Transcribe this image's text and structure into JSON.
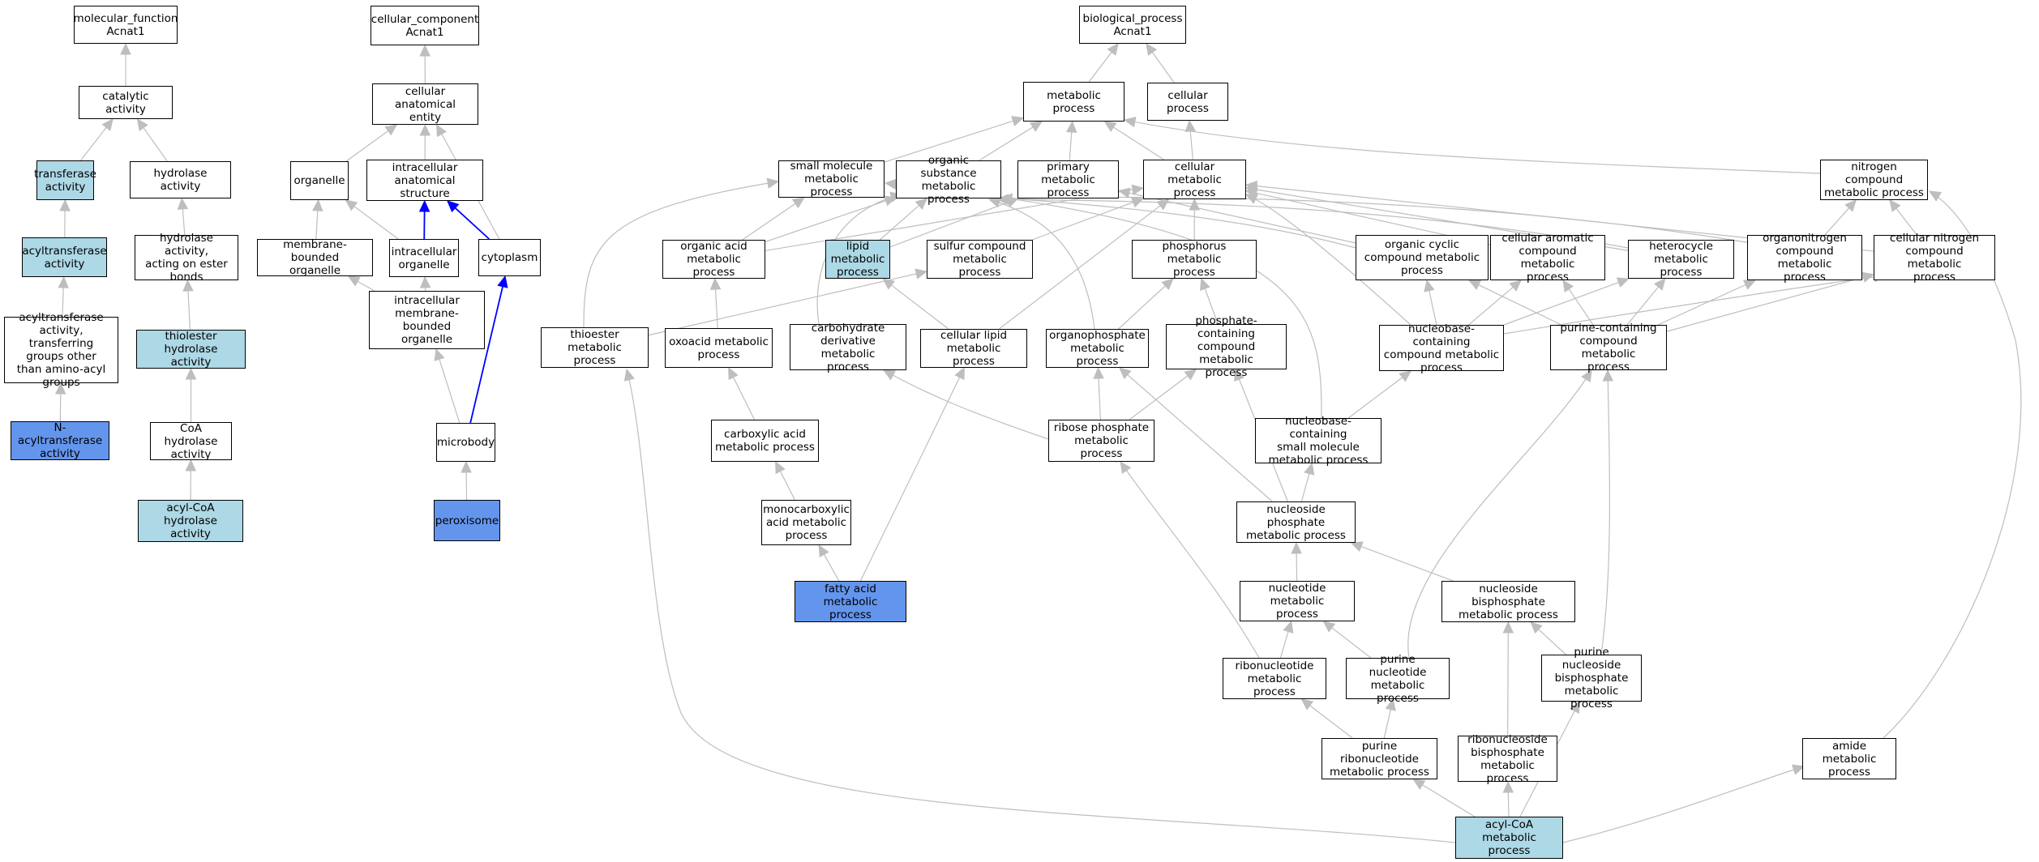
{
  "colors": {
    "edge_grey": "#bebebe",
    "edge_blue": "#0000ff",
    "fill_light": "#add8e6",
    "fill_strong": "#6495ed",
    "fill_default": "#ffffff"
  },
  "nodes": [
    {
      "id": "mf",
      "label": "molecular_function\nAcnat1",
      "fill": "default"
    },
    {
      "id": "cat",
      "label": "catalytic activity",
      "fill": "default"
    },
    {
      "id": "trans",
      "label": "transferase\nactivity",
      "fill": "light"
    },
    {
      "id": "hydro",
      "label": "hydrolase activity",
      "fill": "default"
    },
    {
      "id": "acyltr",
      "label": "acyltransferase\nactivity",
      "fill": "light"
    },
    {
      "id": "hydroester",
      "label": "hydrolase activity,\nacting on ester\nbonds",
      "fill": "default"
    },
    {
      "id": "acyltrother",
      "label": "acyltransferase\nactivity, transferring\ngroups other\nthan amino-acyl\ngroups",
      "fill": "default"
    },
    {
      "id": "thiolhyd",
      "label": "thiolester hydrolase\nactivity",
      "fill": "light"
    },
    {
      "id": "nacyl",
      "label": "N-acyltransferase\nactivity",
      "fill": "strong"
    },
    {
      "id": "coahyd",
      "label": "CoA hydrolase\nactivity",
      "fill": "default"
    },
    {
      "id": "acylcoahyd",
      "label": "acyl-CoA hydrolase\nactivity",
      "fill": "light"
    },
    {
      "id": "cc",
      "label": "cellular_component\nAcnat1",
      "fill": "default"
    },
    {
      "id": "cae",
      "label": "cellular anatomical\nentity",
      "fill": "default"
    },
    {
      "id": "organelle",
      "label": "organelle",
      "fill": "default"
    },
    {
      "id": "ias",
      "label": "intracellular\nanatomical structure",
      "fill": "default"
    },
    {
      "id": "mbo",
      "label": "membrane-bounded\norganelle",
      "fill": "default"
    },
    {
      "id": "io",
      "label": "intracellular\norganelle",
      "fill": "default"
    },
    {
      "id": "cyto",
      "label": "cytoplasm",
      "fill": "default"
    },
    {
      "id": "imbo",
      "label": "intracellular\nmembrane-bounded\norganelle",
      "fill": "default"
    },
    {
      "id": "microbody",
      "label": "microbody",
      "fill": "default"
    },
    {
      "id": "perox",
      "label": "peroxisome",
      "fill": "strong"
    },
    {
      "id": "bp",
      "label": "biological_process\nAcnat1",
      "fill": "default"
    },
    {
      "id": "metab",
      "label": "metabolic process",
      "fill": "default"
    },
    {
      "id": "cellproc",
      "label": "cellular process",
      "fill": "default"
    },
    {
      "id": "smm",
      "label": "small molecule\nmetabolic process",
      "fill": "default"
    },
    {
      "id": "osm",
      "label": "organic substance\nmetabolic process",
      "fill": "default"
    },
    {
      "id": "pmp",
      "label": "primary metabolic\nprocess",
      "fill": "default"
    },
    {
      "id": "cmp",
      "label": "cellular metabolic\nprocess",
      "fill": "default"
    },
    {
      "id": "ncm",
      "label": "nitrogen compound\nmetabolic process",
      "fill": "default"
    },
    {
      "id": "oam",
      "label": "organic acid\nmetabolic process",
      "fill": "default"
    },
    {
      "id": "lmp",
      "label": "lipid metabolic\nprocess",
      "fill": "light"
    },
    {
      "id": "scm",
      "label": "sulfur compound\nmetabolic process",
      "fill": "default"
    },
    {
      "id": "phosm",
      "label": "phosphorus metabolic\nprocess",
      "fill": "default"
    },
    {
      "id": "occm",
      "label": "organic cyclic\ncompound metabolic\nprocess",
      "fill": "default"
    },
    {
      "id": "cacm",
      "label": "cellular aromatic\ncompound metabolic\nprocess",
      "fill": "default"
    },
    {
      "id": "hetm",
      "label": "heterocycle\nmetabolic process",
      "fill": "default"
    },
    {
      "id": "orgnm",
      "label": "organonitrogen\ncompound metabolic\nprocess",
      "fill": "default"
    },
    {
      "id": "cncm",
      "label": "cellular nitrogen\ncompound metabolic\nprocess",
      "fill": "default"
    },
    {
      "id": "thiom",
      "label": "thioester metabolic\nprocess",
      "fill": "default"
    },
    {
      "id": "oxom",
      "label": "oxoacid metabolic\nprocess",
      "fill": "default"
    },
    {
      "id": "cdm",
      "label": "carbohydrate\nderivative metabolic\nprocess",
      "fill": "default"
    },
    {
      "id": "clm",
      "label": "cellular lipid\nmetabolic process",
      "fill": "default"
    },
    {
      "id": "opm",
      "label": "organophosphate\nmetabolic process",
      "fill": "default"
    },
    {
      "id": "pccm",
      "label": "phosphate-containing\ncompound metabolic\nprocess",
      "fill": "default"
    },
    {
      "id": "nbccm",
      "label": "nucleobase-containing\ncompound metabolic\nprocess",
      "fill": "default"
    },
    {
      "id": "puccm",
      "label": "purine-containing\ncompound metabolic\nprocess",
      "fill": "default"
    },
    {
      "id": "cam",
      "label": "carboxylic acid\nmetabolic process",
      "fill": "default"
    },
    {
      "id": "rpm",
      "label": "ribose phosphate\nmetabolic process",
      "fill": "default"
    },
    {
      "id": "nbcsm",
      "label": "nucleobase-containing\nsmall molecule\nmetabolic process",
      "fill": "default"
    },
    {
      "id": "mcam",
      "label": "monocarboxylic\nacid metabolic\nprocess",
      "fill": "default"
    },
    {
      "id": "npm",
      "label": "nucleoside phosphate\nmetabolic process",
      "fill": "default"
    },
    {
      "id": "fam",
      "label": "fatty acid metabolic\nprocess",
      "fill": "strong"
    },
    {
      "id": "ntm",
      "label": "nucleotide metabolic\nprocess",
      "fill": "default"
    },
    {
      "id": "nbpm",
      "label": "nucleoside bisphosphate\nmetabolic process",
      "fill": "default"
    },
    {
      "id": "rnm",
      "label": "ribonucleotide\nmetabolic process",
      "fill": "default"
    },
    {
      "id": "pnm",
      "label": "purine nucleotide\nmetabolic process",
      "fill": "default"
    },
    {
      "id": "pnbm",
      "label": "purine nucleoside\nbisphosphate\nmetabolic process",
      "fill": "default"
    },
    {
      "id": "prnm",
      "label": "purine ribonucleotide\nmetabolic process",
      "fill": "default"
    },
    {
      "id": "rnbm",
      "label": "ribonucleoside\nbisphosphate\nmetabolic process",
      "fill": "default"
    },
    {
      "id": "amide",
      "label": "amide metabolic\nprocess",
      "fill": "default"
    },
    {
      "id": "acoa",
      "label": "acyl-CoA metabolic\nprocess",
      "fill": "light"
    }
  ],
  "edges": [
    {
      "from": "cat",
      "to": "mf",
      "color": "grey"
    },
    {
      "from": "trans",
      "to": "cat",
      "color": "grey"
    },
    {
      "from": "hydro",
      "to": "cat",
      "color": "grey"
    },
    {
      "from": "acyltr",
      "to": "trans",
      "color": "grey"
    },
    {
      "from": "hydroester",
      "to": "hydro",
      "color": "grey"
    },
    {
      "from": "acyltrother",
      "to": "acyltr",
      "color": "grey"
    },
    {
      "from": "thiolhyd",
      "to": "hydroester",
      "color": "grey"
    },
    {
      "from": "nacyl",
      "to": "acyltrother",
      "color": "grey"
    },
    {
      "from": "coahyd",
      "to": "thiolhyd",
      "color": "grey"
    },
    {
      "from": "acylcoahyd",
      "to": "coahyd",
      "color": "grey"
    },
    {
      "from": "cae",
      "to": "cc",
      "color": "grey"
    },
    {
      "from": "organelle",
      "to": "cae",
      "color": "grey"
    },
    {
      "from": "ias",
      "to": "cae",
      "color": "grey"
    },
    {
      "from": "cyto",
      "to": "cae",
      "color": "grey"
    },
    {
      "from": "mbo",
      "to": "organelle",
      "color": "grey"
    },
    {
      "from": "io",
      "to": "organelle",
      "color": "grey"
    },
    {
      "from": "io",
      "to": "ias",
      "color": "blue"
    },
    {
      "from": "cyto",
      "to": "ias",
      "color": "blue"
    },
    {
      "from": "imbo",
      "to": "mbo",
      "color": "grey"
    },
    {
      "from": "imbo",
      "to": "io",
      "color": "grey"
    },
    {
      "from": "microbody",
      "to": "imbo",
      "color": "grey"
    },
    {
      "from": "microbody",
      "to": "cyto",
      "color": "blue"
    },
    {
      "from": "perox",
      "to": "microbody",
      "color": "grey"
    },
    {
      "from": "metab",
      "to": "bp",
      "color": "grey"
    },
    {
      "from": "cellproc",
      "to": "bp",
      "color": "grey"
    },
    {
      "from": "smm",
      "to": "metab",
      "color": "grey"
    },
    {
      "from": "osm",
      "to": "metab",
      "color": "grey"
    },
    {
      "from": "pmp",
      "to": "metab",
      "color": "grey"
    },
    {
      "from": "cmp",
      "to": "metab",
      "color": "grey"
    },
    {
      "from": "cmp",
      "to": "cellproc",
      "color": "grey"
    },
    {
      "from": "ncm",
      "to": "metab",
      "color": "grey"
    },
    {
      "from": "oam",
      "to": "smm",
      "color": "grey"
    },
    {
      "from": "oam",
      "to": "osm",
      "color": "grey"
    },
    {
      "from": "oam",
      "to": "cmp",
      "color": "grey"
    },
    {
      "from": "lmp",
      "to": "osm",
      "color": "grey"
    },
    {
      "from": "lmp",
      "to": "pmp",
      "color": "grey"
    },
    {
      "from": "scm",
      "to": "cmp",
      "color": "grey"
    },
    {
      "from": "phosm",
      "to": "cmp",
      "color": "grey"
    },
    {
      "from": "occm",
      "to": "osm",
      "color": "grey"
    },
    {
      "from": "occm",
      "to": "pmp",
      "color": "grey"
    },
    {
      "from": "cacm",
      "to": "cmp",
      "color": "grey"
    },
    {
      "from": "hetm",
      "to": "osm",
      "color": "grey"
    },
    {
      "from": "hetm",
      "to": "cmp",
      "color": "grey"
    },
    {
      "from": "orgnm",
      "to": "ncm",
      "color": "grey"
    },
    {
      "from": "orgnm",
      "to": "osm",
      "color": "grey"
    },
    {
      "from": "cncm",
      "to": "ncm",
      "color": "grey"
    },
    {
      "from": "cncm",
      "to": "cmp",
      "color": "grey"
    },
    {
      "from": "thiom",
      "to": "smm",
      "color": "grey"
    },
    {
      "from": "thiom",
      "to": "scm",
      "color": "grey"
    },
    {
      "from": "oxom",
      "to": "oam",
      "color": "grey"
    },
    {
      "from": "cdm",
      "to": "osm",
      "color": "grey"
    },
    {
      "from": "clm",
      "to": "lmp",
      "color": "grey"
    },
    {
      "from": "clm",
      "to": "cmp",
      "color": "grey"
    },
    {
      "from": "opm",
      "to": "phosm",
      "color": "grey"
    },
    {
      "from": "opm",
      "to": "osm",
      "color": "grey"
    },
    {
      "from": "pccm",
      "to": "phosm",
      "color": "grey"
    },
    {
      "from": "nbccm",
      "to": "occm",
      "color": "grey"
    },
    {
      "from": "nbccm",
      "to": "cacm",
      "color": "grey"
    },
    {
      "from": "nbccm",
      "to": "hetm",
      "color": "grey"
    },
    {
      "from": "nbccm",
      "to": "cncm",
      "color": "grey"
    },
    {
      "from": "nbccm",
      "to": "cmp",
      "color": "grey"
    },
    {
      "from": "puccm",
      "to": "occm",
      "color": "grey"
    },
    {
      "from": "puccm",
      "to": "cacm",
      "color": "grey"
    },
    {
      "from": "puccm",
      "to": "hetm",
      "color": "grey"
    },
    {
      "from": "puccm",
      "to": "orgnm",
      "color": "grey"
    },
    {
      "from": "puccm",
      "to": "cncm",
      "color": "grey"
    },
    {
      "from": "cam",
      "to": "oxom",
      "color": "grey"
    },
    {
      "from": "rpm",
      "to": "cdm",
      "color": "grey"
    },
    {
      "from": "rpm",
      "to": "opm",
      "color": "grey"
    },
    {
      "from": "rpm",
      "to": "pccm",
      "color": "grey"
    },
    {
      "from": "nbcsm",
      "to": "nbccm",
      "color": "grey"
    },
    {
      "from": "nbcsm",
      "to": "smm",
      "color": "grey"
    },
    {
      "from": "mcam",
      "to": "cam",
      "color": "grey"
    },
    {
      "from": "npm",
      "to": "nbcsm",
      "color": "grey"
    },
    {
      "from": "npm",
      "to": "opm",
      "color": "grey"
    },
    {
      "from": "npm",
      "to": "pccm",
      "color": "grey"
    },
    {
      "from": "fam",
      "to": "mcam",
      "color": "grey"
    },
    {
      "from": "fam",
      "to": "clm",
      "color": "grey"
    },
    {
      "from": "ntm",
      "to": "npm",
      "color": "grey"
    },
    {
      "from": "nbpm",
      "to": "npm",
      "color": "grey"
    },
    {
      "from": "rnm",
      "to": "ntm",
      "color": "grey"
    },
    {
      "from": "rnm",
      "to": "rpm",
      "color": "grey"
    },
    {
      "from": "pnm",
      "to": "ntm",
      "color": "grey"
    },
    {
      "from": "pnm",
      "to": "puccm",
      "color": "grey"
    },
    {
      "from": "pnbm",
      "to": "nbpm",
      "color": "grey"
    },
    {
      "from": "pnbm",
      "to": "puccm",
      "color": "grey"
    },
    {
      "from": "prnm",
      "to": "rnm",
      "color": "grey"
    },
    {
      "from": "prnm",
      "to": "pnm",
      "color": "grey"
    },
    {
      "from": "rnbm",
      "to": "nbpm",
      "color": "grey"
    },
    {
      "from": "amide",
      "to": "ncm",
      "color": "grey"
    },
    {
      "from": "acoa",
      "to": "prnm",
      "color": "grey"
    },
    {
      "from": "acoa",
      "to": "rnbm",
      "color": "grey"
    },
    {
      "from": "acoa",
      "to": "pnbm",
      "color": "grey"
    },
    {
      "from": "acoa",
      "to": "amide",
      "color": "grey"
    },
    {
      "from": "acoa",
      "to": "thiom",
      "color": "grey"
    }
  ]
}
